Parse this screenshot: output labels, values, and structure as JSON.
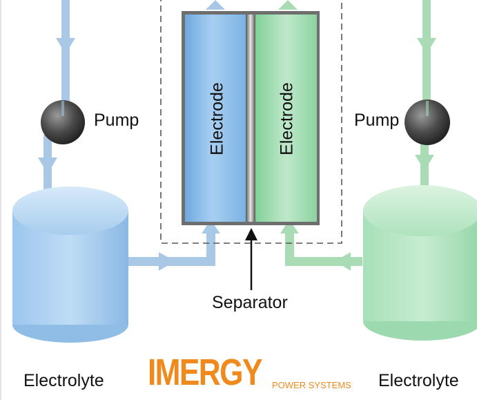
{
  "labels": {
    "pump_left": "Pump",
    "pump_right": "Pump",
    "electrode_left": "Electrode",
    "electrode_right": "Electrode",
    "separator": "Separator",
    "electrolyte_left": "Electrolyte",
    "electrolyte_right": "Electrolyte"
  },
  "logo": {
    "brand": "IMERGY",
    "tagline": "POWER SYSTEMS"
  },
  "colors": {
    "blue_pipe": "#a9c8e6",
    "green_pipe": "#a9dcb4",
    "blue_electrode": "#8fbde9",
    "green_electrode": "#9fdcaf",
    "brand_orange": "#f08a1c"
  }
}
